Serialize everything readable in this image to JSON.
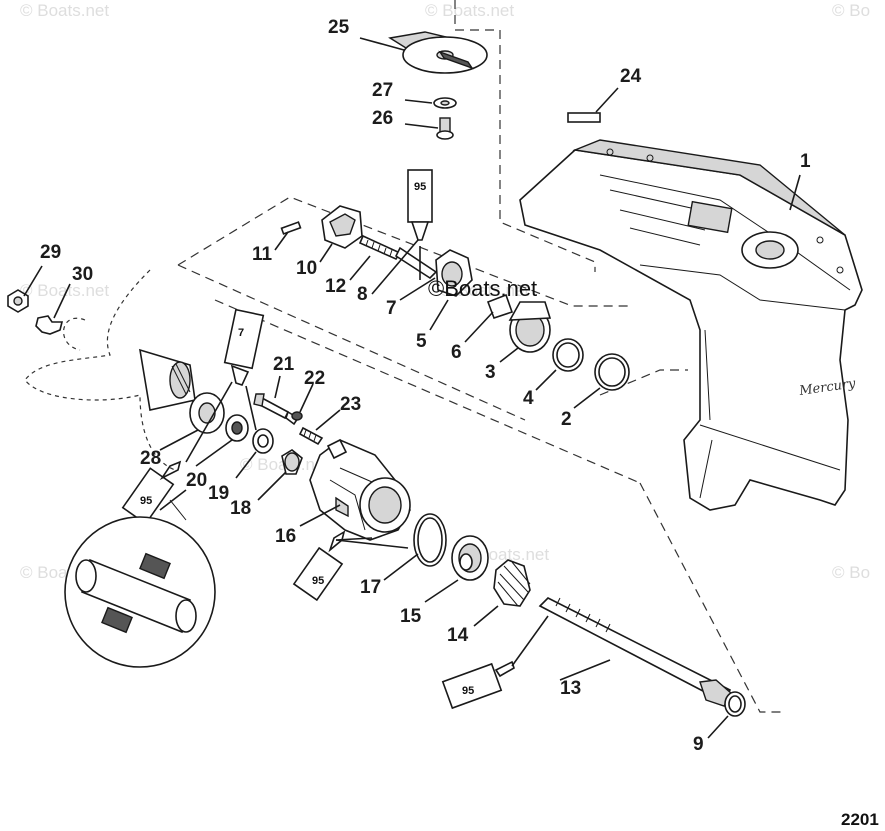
{
  "watermarks": [
    "© Boats.net",
    "© Boats.net",
    "© Boats.net",
    "© Boats.net",
    "© Boats.net",
    "© Boats.net",
    "© Boats.net",
    "© Bo",
    "© Bo"
  ],
  "brand_label": "©Boats.net",
  "figure_number": "2201",
  "sealant_tubes": [
    "95",
    "7",
    "95",
    "95",
    "95"
  ],
  "housing_script": "Mercury",
  "callouts": [
    {
      "id": "1",
      "label": "1"
    },
    {
      "id": "2",
      "label": "2"
    },
    {
      "id": "3",
      "label": "3"
    },
    {
      "id": "4",
      "label": "4"
    },
    {
      "id": "5",
      "label": "5"
    },
    {
      "id": "6",
      "label": "6"
    },
    {
      "id": "7",
      "label": "7"
    },
    {
      "id": "8",
      "label": "8"
    },
    {
      "id": "9",
      "label": "9"
    },
    {
      "id": "10",
      "label": "10"
    },
    {
      "id": "11",
      "label": "11"
    },
    {
      "id": "12",
      "label": "12"
    },
    {
      "id": "13",
      "label": "13"
    },
    {
      "id": "14",
      "label": "14"
    },
    {
      "id": "15",
      "label": "15"
    },
    {
      "id": "16",
      "label": "16"
    },
    {
      "id": "17",
      "label": "17"
    },
    {
      "id": "18",
      "label": "18"
    },
    {
      "id": "19",
      "label": "19"
    },
    {
      "id": "20",
      "label": "20"
    },
    {
      "id": "21",
      "label": "21"
    },
    {
      "id": "22",
      "label": "22"
    },
    {
      "id": "23",
      "label": "23"
    },
    {
      "id": "24",
      "label": "24"
    },
    {
      "id": "25",
      "label": "25"
    },
    {
      "id": "26",
      "label": "26"
    },
    {
      "id": "27",
      "label": "27"
    },
    {
      "id": "28",
      "label": "28"
    },
    {
      "id": "29",
      "label": "29"
    },
    {
      "id": "30",
      "label": "30"
    }
  ]
}
